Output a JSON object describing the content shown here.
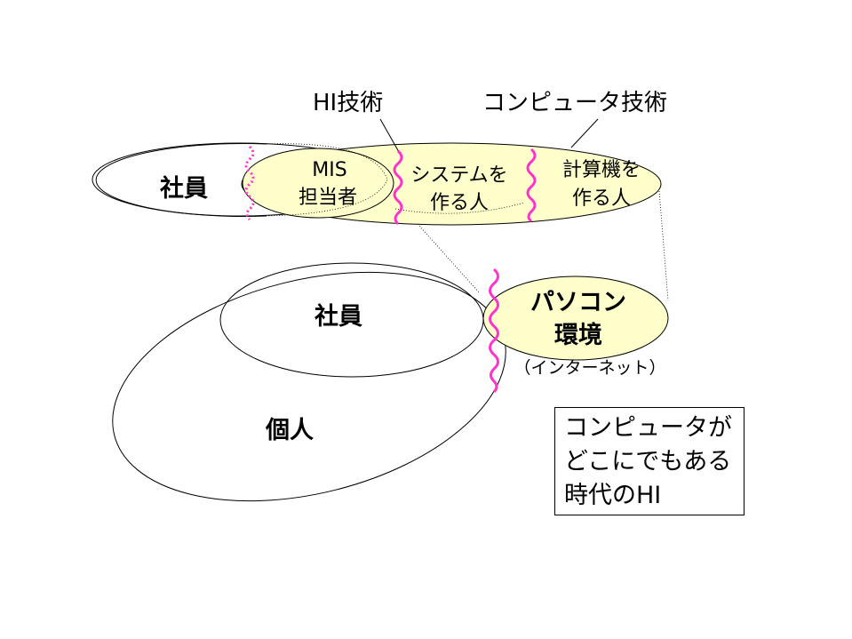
{
  "labels": {
    "hi_tech": "HI技術",
    "computer_tech": "コンピュータ技術",
    "employee_top": "社員",
    "mis_line1": "MIS",
    "mis_line2": "担当者",
    "system_line1": "システムを",
    "system_line2": "作る人",
    "computer_line1": "計算機を",
    "computer_line2": "作る人",
    "employee_bottom": "社員",
    "pc_line1": "パソコン",
    "pc_line2": "環境",
    "internet": "（インターネット）",
    "individual": "個人"
  },
  "note": {
    "line1": "コンピュータが",
    "line2": "どこにでもある",
    "line3": "時代のHI"
  },
  "colors": {
    "highlight_fill": "#FFFFCC",
    "wavy_line": "#FF33CC",
    "outline": "#000000"
  }
}
